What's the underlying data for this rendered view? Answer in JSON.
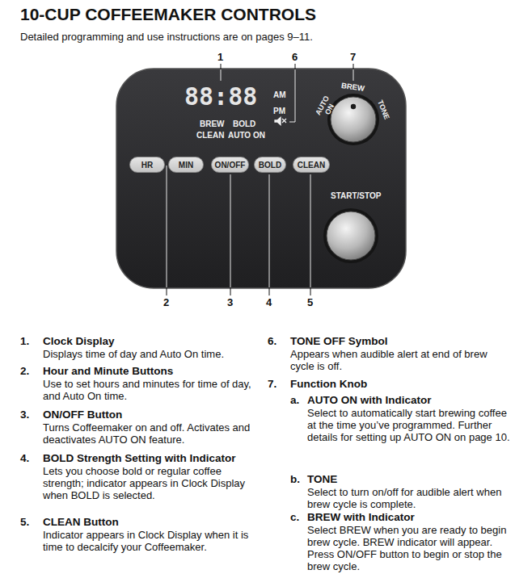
{
  "diagram": {
    "title": "10-CUP COFFEEMAKER CONTROLS",
    "nodes": [
      {
        "text": [
          "88:88",
          "AM",
          "PM",
          "BREW",
          "BOLD",
          "CLEAN",
          "AUTO ON",
          "AUTO ON",
          "BREW",
          "TONE",
          "START/STOP"
        ]
      },
      {
        "text": [
          "HR"
        ],
        "in": 0
      },
      {
        "text": [
          "MIN"
        ],
        "in": 0
      },
      {
        "text": [
          "ON/OFF"
        ],
        "in": 0
      },
      {
        "text": [
          "BOLD"
        ],
        "in": 0
      },
      {
        "text": [
          "CLEAN"
        ],
        "in": 0
      }
    ],
    "labels": [
      "Detailed programming and use instructions are on pages 9–11.",
      "1",
      "6",
      "7",
      "2",
      "3",
      "4",
      "5",
      "1.",
      "Clock Display",
      "Displays time of day and Auto On time.",
      "2.",
      "Hour and Minute Buttons",
      "Use to set hours and minutes for time of day, and Auto On time.",
      "3.",
      "ON/OFF Button",
      "Turns Coffeemaker on and off. Activates and deactivates AUTO ON feature.",
      "4.",
      "BOLD Strength Setting with Indicator",
      "Lets you choose bold or regular coffee strength; indicator appears in Clock Display when BOLD is selected.",
      "5.",
      "CLEAN Button",
      "Indicator appears in Clock Display when it is time to decalcify your Coffeemaker.",
      "6.",
      "TONE OFF Symbol",
      "Appears when audible alert at end of brew cycle is off.",
      "7.",
      "Function Knob",
      "a.",
      "AUTO ON with Indicator",
      "Select to automatically start brewing coffee at the time you’ve programmed. Further details for setting up AUTO ON on page 10.",
      "b.",
      "TONE",
      "Select to turn on/off for audible alert when brew cycle is complete.",
      "c.",
      "BREW with Indicator",
      "Select BREW when you are ready to begin brew cycle. BREW indicator will appear. Press ON/OFF button to begin or stop the brew cycle."
    ]
  }
}
